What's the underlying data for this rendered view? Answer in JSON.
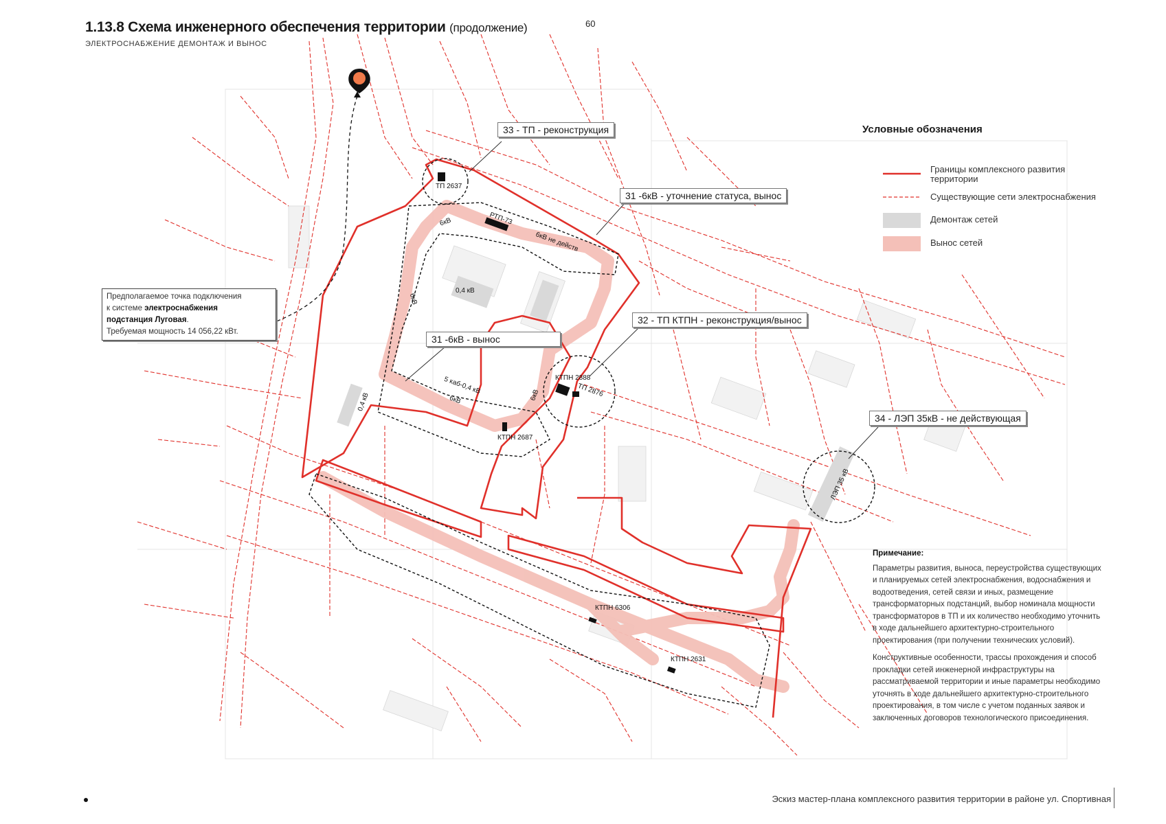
{
  "header": {
    "title": "1.13.8 Схема инженерного обеспечения территории",
    "title_suffix": "(продолжение)",
    "subtitle": "ЭЛЕКТРОСНАБЖЕНИЕ ДЕМОНТАЖ И ВЫНОС",
    "page_number": "60"
  },
  "colors": {
    "boundary": "#e0302a",
    "existing_network": "#e0302a",
    "dismantling": "#d9d9d9",
    "relocation": "#f4c0b8",
    "pin": "#f07a4a"
  },
  "callouts": {
    "c33": "33 - ТП - реконструкция",
    "c31a": "31 -6кВ - уточнение статуса, вынос",
    "c32": "32 - ТП КТПН - реконструкция/вынос",
    "c31b": "31 -6кВ - вынос",
    "c34": "34 - ЛЭП 35кВ - не действующая"
  },
  "connection": {
    "line1": "Предполагаемое точка подключения",
    "line2_prefix": "к системе",
    "line2_bold": "электроснабжения",
    "line3_bold": "подстанция Луговая",
    "line3_suffix": ".",
    "line4": "Требуемая мощность 14 056,22 кВт."
  },
  "map_labels": {
    "tp2637": "ТП 2637",
    "rtp73": "РТП-73",
    "kv6_a": "6кВ",
    "kv6_not_active": "6кВ не действ",
    "kv04_a": "0,4 кВ",
    "kv6_b": "6кВ",
    "ktpn2888": "КТПН 2888",
    "tp2876": "ТП 2876",
    "cable5": "5 каб-0,4 кВ",
    "kv6_c": "6кВ",
    "kv6_d": "6кВ",
    "ktpn2687": "КТПН 2687",
    "kv04_b": "0,4 кВ",
    "lep35": "ЛЭП 35 кВ",
    "ktpn6306": "КТПН 6306",
    "ktpn2631": "КТПН 2631"
  },
  "legend": {
    "title": "Условные обозначения",
    "items": [
      {
        "label": "Границы комплексного развития территории"
      },
      {
        "label": "Существующие сети электроснабжения"
      },
      {
        "label": "Демонтаж сетей"
      },
      {
        "label": "Вынос сетей"
      }
    ]
  },
  "note": {
    "title": "Примечание:",
    "p1": "Параметры развития, выноса, переустройства существующих и планируемых сетей электроснабжения, водоснабжения и водоотведения, сетей связи и иных, размещение трансформаторных подстанций, выбор номинала мощности трансформаторов в ТП и их количество необходимо уточнить в ходе дальнейшего архитектурно-строительного проектирования (при получении технических условий).",
    "p2": "Конструктивные особенности, трассы прохождения и способ прокладки сетей инженерной инфраструктуры на рассматриваемой территории и иные параметры необходимо уточнять в ходе дальнейшего архитектурно-строительного проектирования, в том числе с учетом поданных заявок и заключенных договоров технологического присоединения."
  },
  "footer": {
    "text": "Эскиз мастер-плана комплексного развития территории  в районе ул. Спортивная"
  }
}
